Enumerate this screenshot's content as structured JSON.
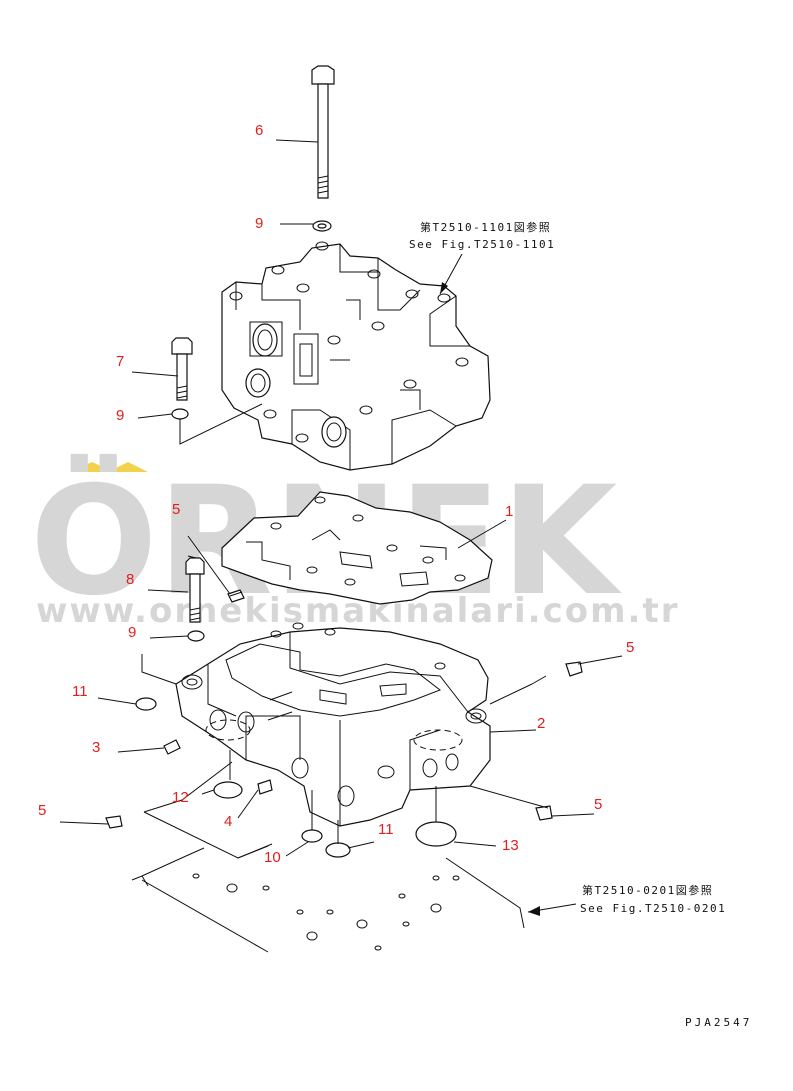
{
  "watermark": {
    "brand": "ÖRNEK",
    "url": "www.ornekismakinalari.com.tr",
    "accent_color": "#f2d24a",
    "text_color": "#d6d6d6"
  },
  "references": [
    {
      "id": "upper",
      "line1": "第T2510-1101図参照",
      "line2": "See Fig.T2510-1101"
    },
    {
      "id": "lower",
      "line1": "第T2510-0201図参照",
      "line2": "See Fig.T2510-0201"
    }
  ],
  "callouts": [
    "6",
    "9",
    "7",
    "9",
    "5",
    "1",
    "8",
    "9",
    "5",
    "11",
    "2",
    "3",
    "12",
    "4",
    "5",
    "5",
    "10",
    "11",
    "13"
  ],
  "drawing_code": "PJA2547",
  "colors": {
    "callout": "#e02020",
    "line": "#111111"
  }
}
